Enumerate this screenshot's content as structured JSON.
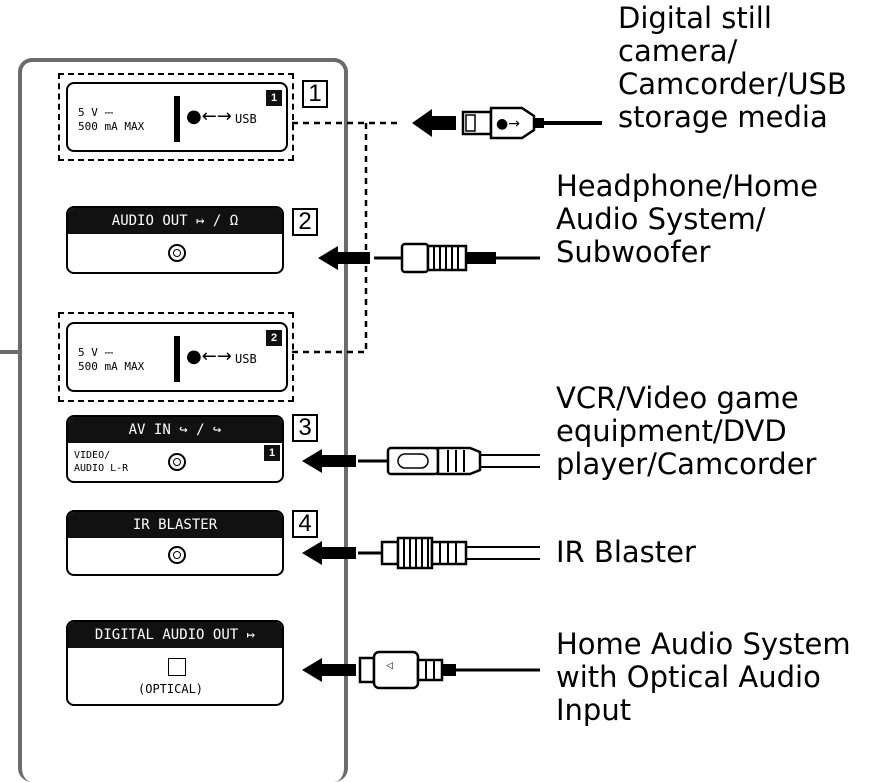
{
  "ports": {
    "usb1": {
      "voltage": "5 V",
      "current": "500 mA MAX",
      "label": "USB",
      "tag": "1",
      "number": "1"
    },
    "audio_out": {
      "header": "AUDIO OUT",
      "number": "2"
    },
    "usb2": {
      "voltage": "5 V",
      "current": "500 mA MAX",
      "label": "USB",
      "tag": "2"
    },
    "av_in": {
      "header": "AV IN",
      "sub1": "VIDEO/",
      "sub2": "AUDIO L-R",
      "tag": "1",
      "number": "3"
    },
    "ir_blaster": {
      "header": "IR BLASTER",
      "number": "4"
    },
    "digital_audio_out": {
      "header": "DIGITAL AUDIO OUT",
      "sub": "(OPTICAL)"
    }
  },
  "devices": {
    "usb": [
      "Digital still",
      "camera/",
      "Camcorder/USB",
      "storage media"
    ],
    "audio": [
      "Headphone/Home",
      "Audio System/",
      "Subwoofer"
    ],
    "av": [
      "VCR/Video game",
      "equipment/DVD",
      "player/Camcorder"
    ],
    "ir": [
      "IR Blaster"
    ],
    "optical": [
      "Home Audio System",
      "with Optical Audio",
      "Input"
    ]
  },
  "icons": [
    "usb-icon",
    "audio-output-icon",
    "headphone-icon",
    "av-input-icon",
    "optical-output-icon"
  ]
}
